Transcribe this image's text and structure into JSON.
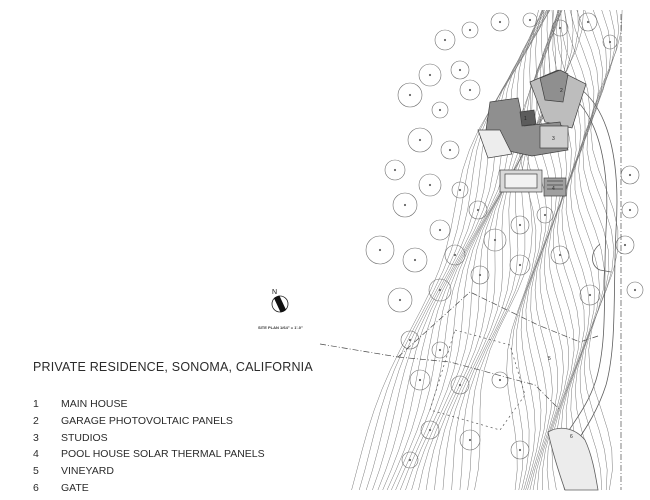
{
  "title": "PRIVATE RESIDENCE, SONOMA, CALIFORNIA",
  "scale_label": "SITE PLAN 1/64\" = 1'-0\"",
  "north_label": "N",
  "legend": [
    {
      "number": "1",
      "label": "MAIN HOUSE"
    },
    {
      "number": "2",
      "label": "GARAGE PHOTOVOLTAIC PANELS"
    },
    {
      "number": "3",
      "label": "STUDIOS"
    },
    {
      "number": "4",
      "label": "POOL HOUSE SOLAR THERMAL PANELS"
    },
    {
      "number": "5",
      "label": "VINEYARD"
    },
    {
      "number": "6",
      "label": "GATE"
    }
  ],
  "plan_markers": [
    "1",
    "2",
    "3",
    "4",
    "5",
    "6"
  ],
  "colors": {
    "line": "#555555",
    "building": "#8c8c8c",
    "building_light": "#c9c9c9",
    "pool": "#dcdcdc"
  }
}
